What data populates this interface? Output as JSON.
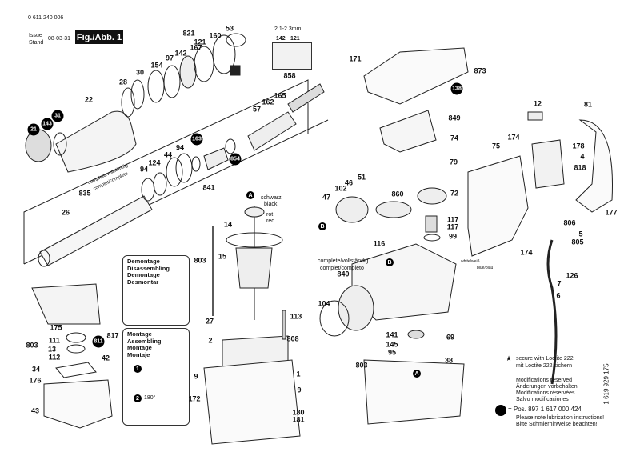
{
  "header": {
    "drawing_number": "0 611 240 006",
    "issue_label": "Issue",
    "stand_label": "Stand",
    "date": "08-03-31",
    "figure_label": "Fig./Abb. 1"
  },
  "inset": {
    "dimension": "2.1-2.3mm",
    "part_a": "142",
    "part_b": "121"
  },
  "callouts": [
    "821",
    "142",
    "167",
    "121",
    "160",
    "53",
    "97",
    "154",
    "30",
    "28",
    "22",
    "858",
    "165",
    "162",
    "57",
    "94",
    "44",
    "124",
    "94",
    "835",
    "26",
    "841",
    "14",
    "15",
    "803",
    "27",
    "113",
    "2",
    "808",
    "9",
    "1",
    "9",
    "172",
    "180",
    "181",
    "175",
    "111",
    "803",
    "13",
    "112",
    "34",
    "176",
    "43",
    "817",
    "42",
    "171",
    "873",
    "849",
    "74",
    "79",
    "47",
    "102",
    "46",
    "51",
    "860",
    "72",
    "117",
    "117",
    "99",
    "116",
    "840",
    "104",
    "69",
    "141",
    "145",
    "95",
    "803",
    "38",
    "12",
    "81",
    "174",
    "75",
    "178",
    "4",
    "818",
    "177",
    "806",
    "5",
    "805",
    "174",
    "126",
    "7",
    "6"
  ],
  "circled_parts": [
    "21",
    "143",
    "31",
    "163",
    "854",
    "811",
    "138"
  ],
  "letter_markers": [
    "A",
    "B",
    "B",
    "A"
  ],
  "wire_colors": {
    "black_de": "schwarz",
    "black_en": "black",
    "red_de": "rot",
    "red_en": "red",
    "white": "white/weiß",
    "blue": "blue/blau"
  },
  "complete_note": {
    "line1": "complete/vollständig",
    "line2": "complet/completo"
  },
  "spindle_note": {
    "line1": "complete/vollständig",
    "line2": "complet/completo"
  },
  "disassembly_box": {
    "lines": [
      "Demontage",
      "Disassembling",
      "Demontage",
      "Desmontar"
    ]
  },
  "assembly_box": {
    "lines": [
      "Montage",
      "Assembling",
      "Montage",
      "Montaje"
    ],
    "step1": "1",
    "step2": "2",
    "angle": "180°"
  },
  "notes": {
    "star_symbol": "★",
    "loctite_en": "secure with Loctite 222",
    "loctite_de": "mit Loctite 222 sichern",
    "mod_en": "Modifications reserved",
    "mod_de": "Änderungen vorbehalten",
    "mod_fr": "Modifications réservées",
    "mod_es": "Salvo modificaciones",
    "lube_pos": "= Pos.  897   1 617 000 424",
    "lube_en": "Please note lubrication instructions!",
    "lube_de": "Bitte Schmierhinweise beachten!"
  },
  "document_number": "1 619 929 175",
  "colors": {
    "ink": "#111111",
    "paper": "#ffffff"
  }
}
